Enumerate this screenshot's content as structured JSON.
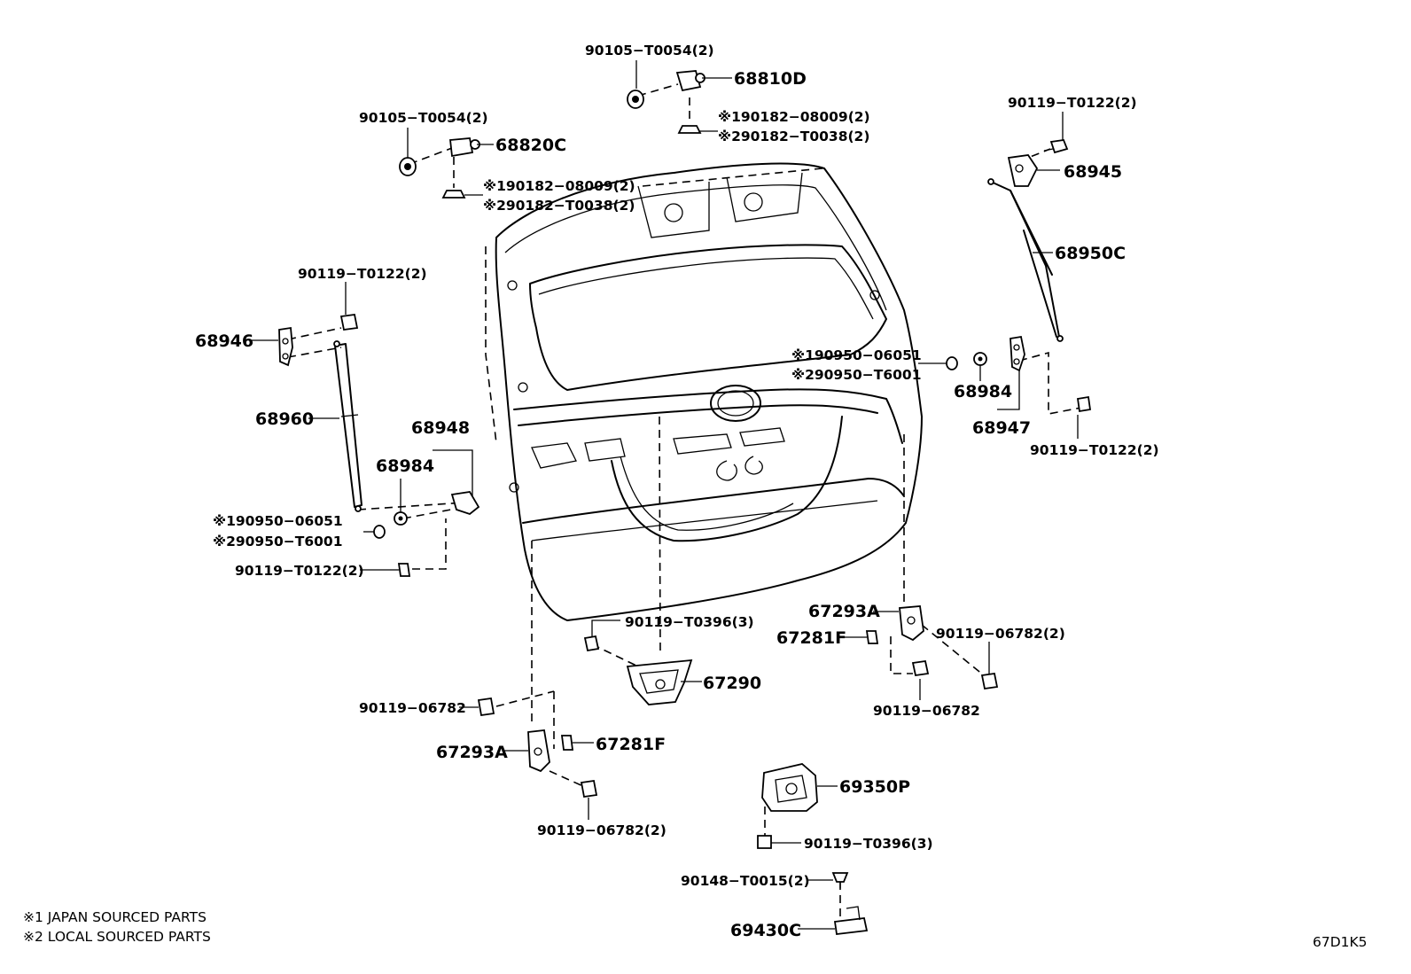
{
  "diagram": {
    "code": "67D1K5",
    "notes": [
      "※1 JAPAN SOURCED PARTS",
      "※2 LOCAL SOURCED PARTS"
    ],
    "labels": {
      "p_90105_t0054_top": "90105−T0054(2)",
      "p_68810d": "68810D",
      "p_note1_90182_08009_top": "※190182−08009(2)",
      "p_note2_90182_t0038_top": "※290182−T0038(2)",
      "p_90105_t0054_left": "90105−T0054(2)",
      "p_68820c": "68820C",
      "p_note1_90182_08009_mid": "※190182−08009(2)",
      "p_note2_90182_t0038_mid": "※290182−T0038(2)",
      "p_90119_t0122_right_top": "90119−T0122(2)",
      "p_68945": "68945",
      "p_68950c": "68950C",
      "p_90119_t0122_left_top": "90119−T0122(2)",
      "p_68946": "68946",
      "p_68960": "68960",
      "p_68948": "68948",
      "p_68984_left": "68984",
      "p_note1_90950_06051_left": "※190950−06051",
      "p_note2_90950_t6001_left": "※290950−T6001",
      "p_90119_t0122_left_bottom": "90119−T0122(2)",
      "p_note1_90950_06051_right": "※190950−06051",
      "p_note2_90950_t6001_right": "※290950−T6001",
      "p_68984_right": "68984",
      "p_68947": "68947",
      "p_90119_t0122_right_bottom": "90119−T0122(2)",
      "p_67293a_right": "67293A",
      "p_67281f_right": "67281F",
      "p_90119_06782_2_right": "90119−06782(2)",
      "p_90119_06782_right": "90119−06782",
      "p_90119_t0396_upper": "90119−T0396(3)",
      "p_67290": "67290",
      "p_90119_06782_left": "90119−06782",
      "p_67281f_left": "67281F",
      "p_67293a_left": "67293A",
      "p_90119_06782_2_left": "90119−06782(2)",
      "p_69350p": "69350P",
      "p_90119_t0396_lower": "90119−T0396(3)",
      "p_90148_t0015": "90148−T0015(2)",
      "p_69430c": "69430C"
    }
  }
}
